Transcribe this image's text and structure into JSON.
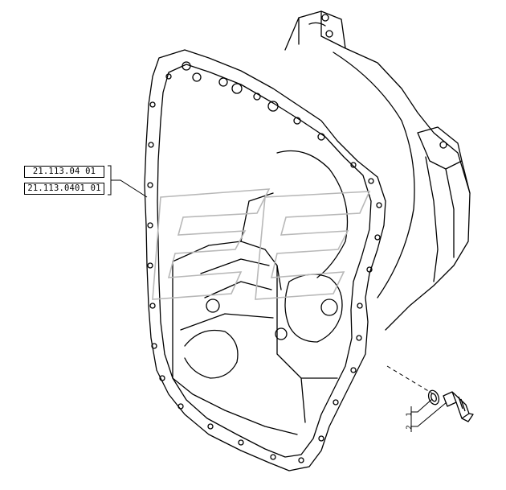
{
  "references": [
    {
      "id": "ref-1",
      "label": "21.113.04 01"
    },
    {
      "id": "ref-2",
      "label": "21.113.0401 01"
    }
  ],
  "callouts": [
    {
      "id": "callout-1",
      "label": "1"
    },
    {
      "id": "callout-2",
      "label": "2"
    }
  ],
  "colors": {
    "line": "#000000",
    "watermark": "#b8b8b8",
    "background": "#ffffff"
  }
}
